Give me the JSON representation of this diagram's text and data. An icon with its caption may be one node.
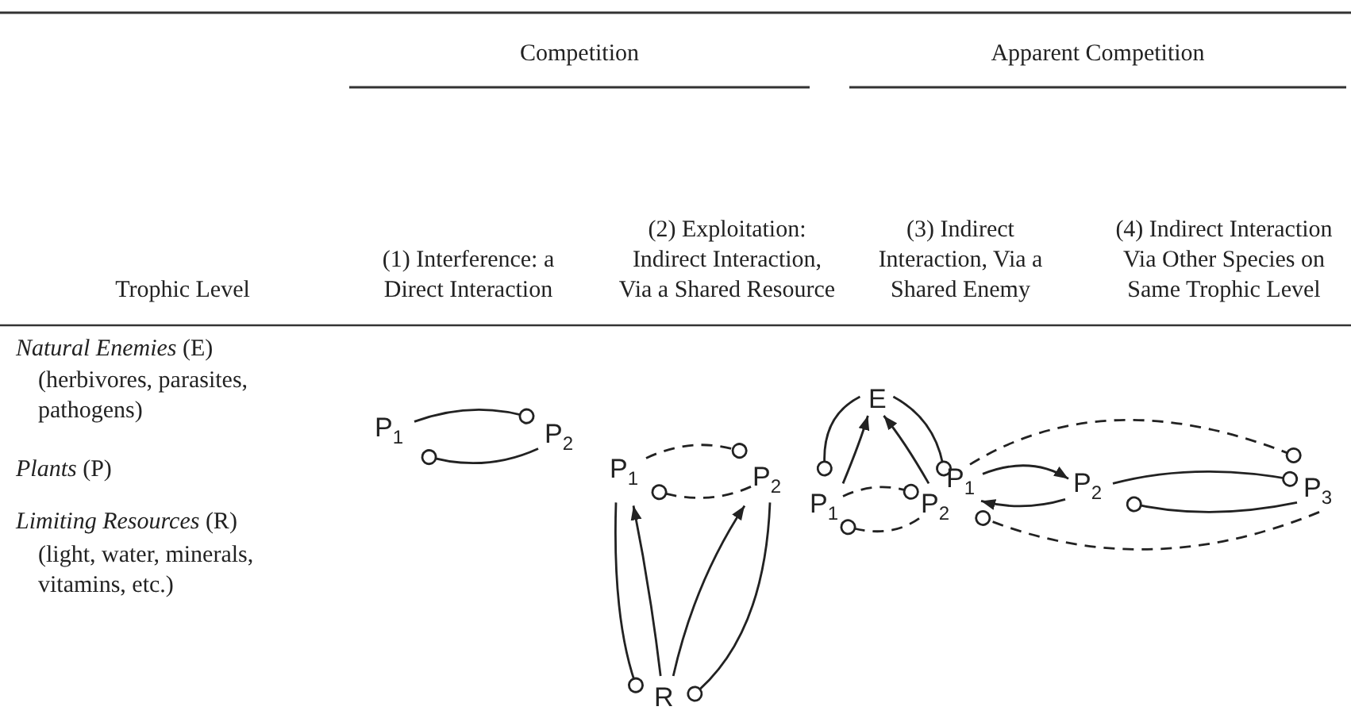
{
  "diagram": {
    "nodes": [
      {
        "text": [
          "P$_{1}$"
        ]
      },
      {
        "text": [
          "P$_{2}$"
        ]
      },
      {
        "text": [
          "P$_{1}$"
        ]
      },
      {
        "text": [
          "P$_{2}$"
        ]
      },
      {
        "text": [
          "R"
        ]
      },
      {
        "text": [
          "E"
        ]
      },
      {
        "text": [
          "P$_{1}$"
        ]
      },
      {
        "text": [
          "P$_{2}$"
        ]
      },
      {
        "text": [
          "P$_{1}$"
        ]
      },
      {
        "text": [
          "P$_{2}$"
        ]
      },
      {
        "text": [
          "P$_{3}$"
        ]
      }
    ],
    "edges": [
      {
        "from": 0,
        "to": 1,
        "arrow": "other"
      },
      {
        "from": 1,
        "to": 0,
        "arrow": "other"
      },
      {
        "from": 2,
        "to": 3,
        "arrow": "other",
        "style": "dashed"
      },
      {
        "from": 3,
        "to": 2,
        "arrow": "other",
        "style": "dashed"
      },
      {
        "from": 4,
        "to": 2,
        "arrow": "to"
      },
      {
        "from": 2,
        "to": 4,
        "arrow": "other"
      },
      {
        "from": 4,
        "to": 3,
        "arrow": "to"
      },
      {
        "from": 3,
        "to": 4,
        "arrow": "other"
      },
      {
        "from": 5,
        "to": 6,
        "arrow": "other"
      },
      {
        "from": 6,
        "to": 5,
        "arrow": "to"
      },
      {
        "from": 7,
        "to": 5,
        "arrow": "to"
      },
      {
        "from": 5,
        "to": 7,
        "arrow": "other"
      },
      {
        "from": 6,
        "to": 7,
        "arrow": "other",
        "style": "dashed"
      },
      {
        "from": 7,
        "to": 6,
        "arrow": "other",
        "style": "dashed"
      },
      {
        "from": 8,
        "to": 9,
        "arrow": "to"
      },
      {
        "from": 9,
        "to": 8,
        "arrow": "to"
      },
      {
        "from": 9,
        "to": 10,
        "arrow": "other"
      },
      {
        "from": 10,
        "to": 9,
        "arrow": "other"
      },
      {
        "from": 8,
        "to": 10,
        "arrow": "other",
        "style": "dashed"
      },
      {
        "from": 10,
        "to": 8,
        "arrow": "other",
        "style": "dashed"
      }
    ],
    "labels": [
      "Competition",
      "Apparent Competition",
      "(2) Exploitation: Indirect Interaction, Via a Shared Resource",
      "(4) Indirect Interaction Via Other Species on Same Trophic Level",
      "(1) Interference: a Direct Interaction",
      "(3) Indirect Interaction, Via a Shared Enemy",
      "Trophic Level",
      "*Natural Enemies* (E)",
      "(herbivores, parasites, pathogens)",
      "*Plants* (P)",
      "*Limiting Resources* (R)",
      "(light, water, minerals, vitamins, etc.)"
    ]
  }
}
